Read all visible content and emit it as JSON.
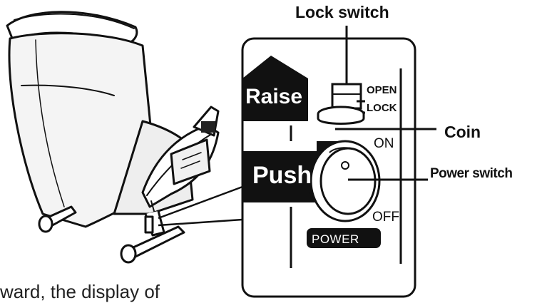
{
  "labels": {
    "lock_switch": "Lock switch",
    "coin": "Coin",
    "power_switch": "Power switch",
    "raise": "Raise",
    "push": "Push",
    "open": "OPEN",
    "lock": "LOCK",
    "on": "ON",
    "off": "OFF",
    "power": "POWER"
  },
  "footer_text": "ward, the display of"
}
